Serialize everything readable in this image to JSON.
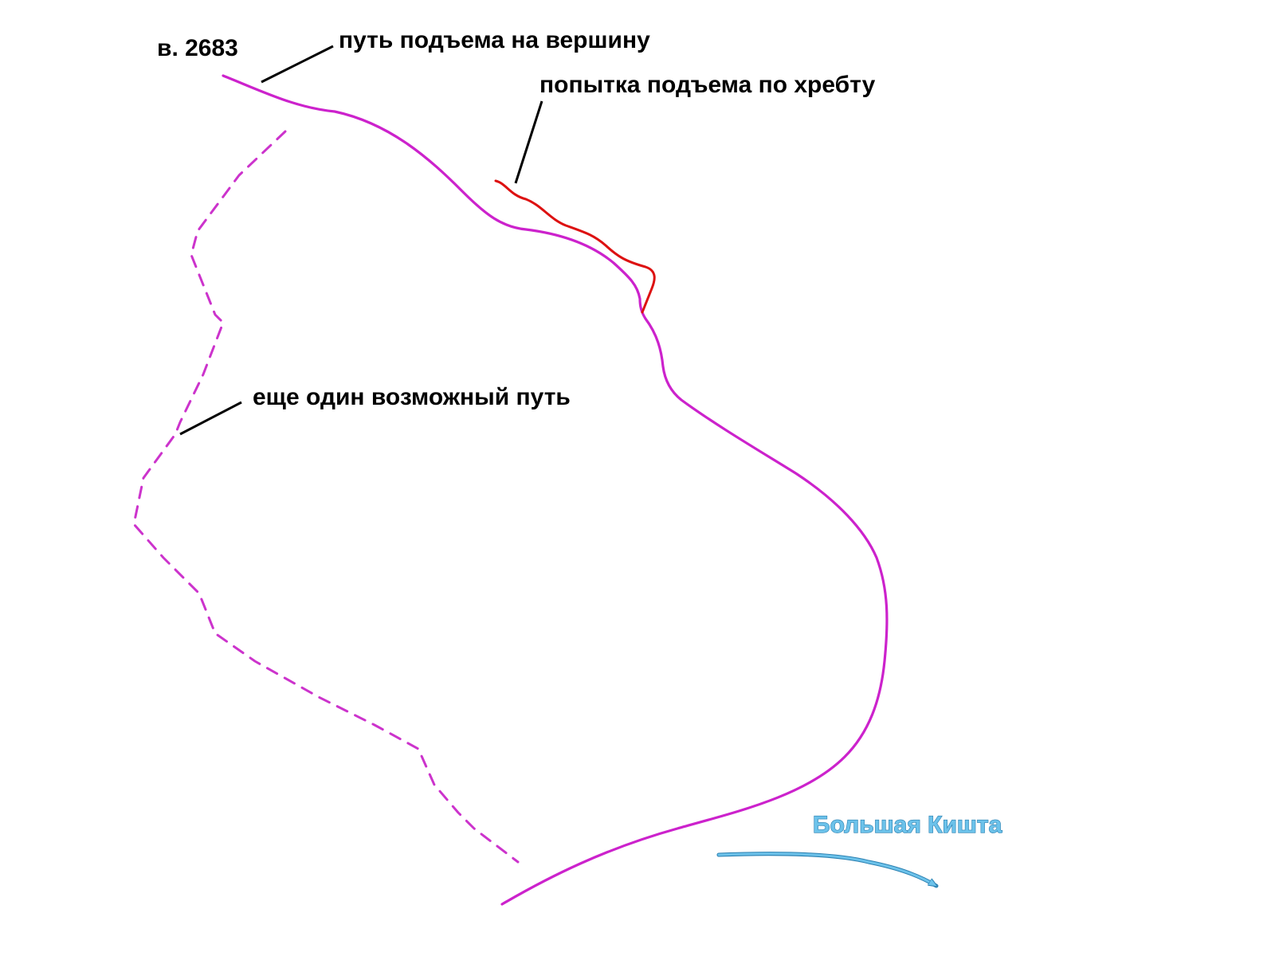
{
  "labels": {
    "peak": "в. 2683",
    "summit_route": "путь подъема на вершину",
    "ridge_attempt": "попытка подъема по хребту",
    "alt_route": "еще один возможный путь",
    "river": "Большая Кишта"
  },
  "colors": {
    "summit_route": "#cc22cc",
    "alt_route": "#cc33cc",
    "ridge_attempt": "#dd1111",
    "river": "#6cc2ea",
    "river_outline": "#2a7fb0",
    "leader_line": "#000000",
    "text": "#000000",
    "background": "#ffffff"
  },
  "icons": {
    "river_arrow": "arrow-right-icon"
  }
}
